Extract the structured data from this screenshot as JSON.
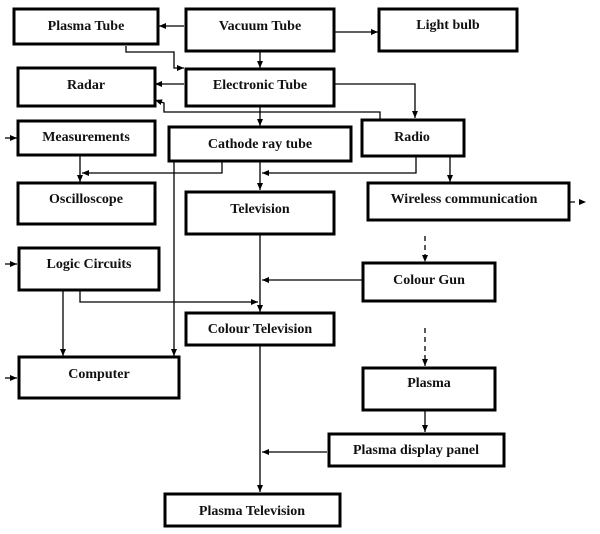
{
  "title": "Evolution of vacuum/electronic tube technologies",
  "colors": {
    "stroke": "#000000",
    "fill": "#ffffff",
    "text": "#111111"
  },
  "nodes": {
    "plasma_tube": "Plasma Tube",
    "vacuum_tube": "Vacuum Tube",
    "light_bulb": "Light bulb",
    "radar": "Radar",
    "electronic_tube": "Electronic Tube",
    "measurements": "Measurements",
    "cathode_ray_tube": "Cathode ray tube",
    "radio": "Radio",
    "oscilloscope": "Oscilloscope",
    "television": "Television",
    "wireless_communication": "Wireless communication",
    "logic_circuits": "Logic Circuits",
    "colour_gun": "Colour Gun",
    "colour_television": "Colour Television",
    "computer": "Computer",
    "plasma": "Plasma",
    "plasma_display_panel": "Plasma display panel",
    "plasma_television": "Plasma Television"
  },
  "edges": [
    {
      "from": "vacuum_tube",
      "to": "plasma_tube",
      "style": "solid"
    },
    {
      "from": "vacuum_tube",
      "to": "light_bulb",
      "style": "solid"
    },
    {
      "from": "vacuum_tube",
      "to": "electronic_tube",
      "style": "solid"
    },
    {
      "from": "plasma_tube",
      "to": "electronic_tube",
      "style": "solid"
    },
    {
      "from": "electronic_tube",
      "to": "radar",
      "style": "solid"
    },
    {
      "from": "electronic_tube",
      "to": "radio",
      "style": "solid"
    },
    {
      "from": "electronic_tube",
      "to": "cathode_ray_tube",
      "style": "solid"
    },
    {
      "from": "radio",
      "to": "radar",
      "style": "solid"
    },
    {
      "from": "radio",
      "to": "television",
      "style": "solid"
    },
    {
      "from": "radio",
      "to": "wireless_communication",
      "style": "solid"
    },
    {
      "from": "measurements",
      "to": "oscilloscope",
      "style": "solid"
    },
    {
      "from": "cathode_ray_tube",
      "to": "oscilloscope",
      "style": "solid"
    },
    {
      "from": "cathode_ray_tube",
      "to": "television",
      "style": "solid"
    },
    {
      "from": "cathode_ray_tube",
      "to": "computer",
      "style": "solid"
    },
    {
      "from": "television",
      "to": "colour_television",
      "style": "solid"
    },
    {
      "from": "colour_gun",
      "to": "colour_television",
      "style": "solid"
    },
    {
      "from": "logic_circuits",
      "to": "colour_television",
      "style": "solid"
    },
    {
      "from": "logic_circuits",
      "to": "computer",
      "style": "solid"
    },
    {
      "from": "wireless_communication",
      "to": "colour_gun",
      "style": "dashed"
    },
    {
      "from": "colour_gun",
      "to": "plasma",
      "style": "dashed"
    },
    {
      "from": "plasma",
      "to": "plasma_display_panel",
      "style": "solid"
    },
    {
      "from": "colour_television",
      "to": "plasma_television",
      "style": "solid"
    },
    {
      "from": "plasma_display_panel",
      "to": "plasma_television",
      "style": "solid"
    }
  ]
}
